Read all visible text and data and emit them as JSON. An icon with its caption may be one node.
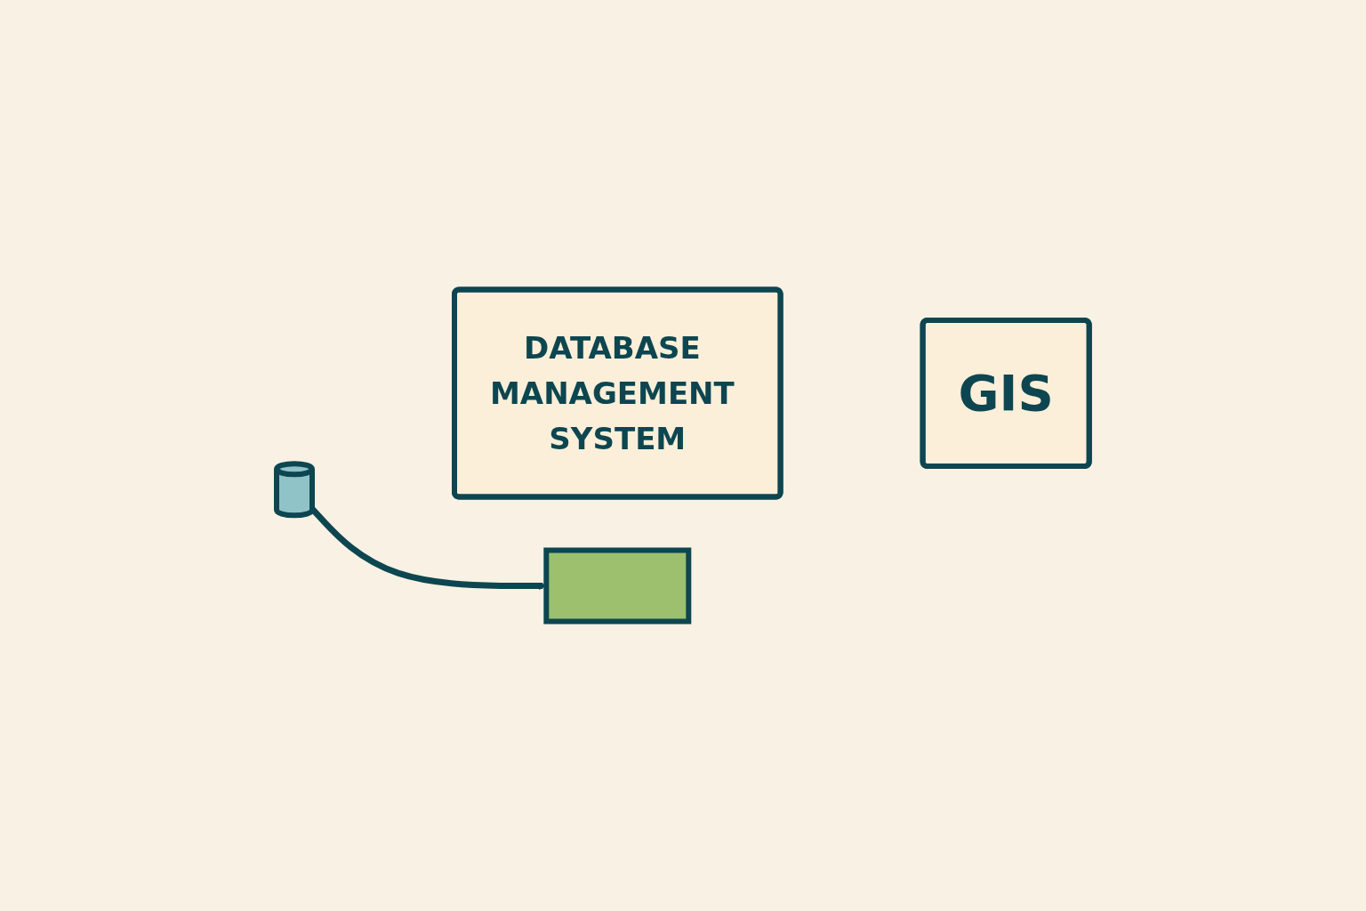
{
  "diagram": {
    "nodes": [
      {
        "text": [],
        "shape": "cylinder"
      },
      {
        "text": [
          "DATABASE MANAGEMENT SYSTEM"
        ]
      },
      {
        "text": [],
        "shape": "box"
      },
      {
        "text": [
          "GIS"
        ]
      }
    ],
    "edges": [
      {
        "from": 0,
        "to": 2,
        "arrow": "to"
      }
    ]
  }
}
